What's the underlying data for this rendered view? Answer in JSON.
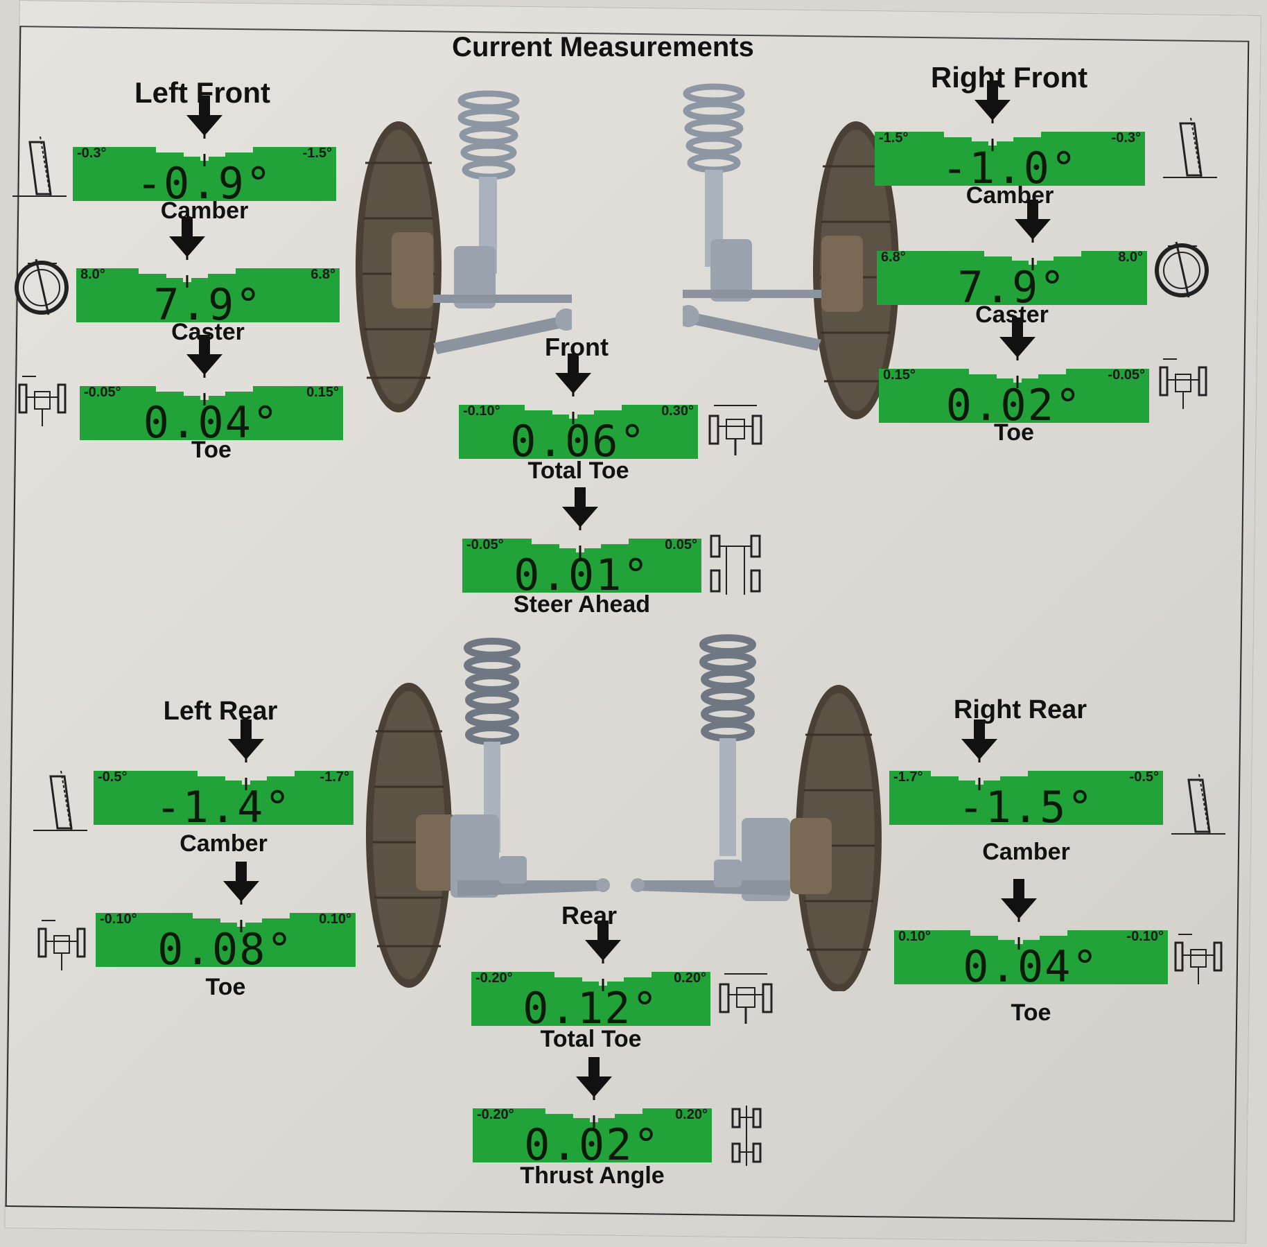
{
  "title": "Current Measurements",
  "colors": {
    "gauge_green": "#22a33a",
    "page": "#e2dfda",
    "ink": "#111111"
  },
  "left_front": {
    "label": "Left Front",
    "camber": {
      "label": "Camber",
      "value": "-0.9°",
      "min": "-0.3°",
      "max": "-1.5°",
      "icon": "camber-icon"
    },
    "caster": {
      "label": "Caster",
      "value": "7.9°",
      "min": "8.0°",
      "max": "6.8°",
      "icon": "caster-icon"
    },
    "toe": {
      "label": "Toe",
      "value": "0.04°",
      "min": "-0.05°",
      "max": "0.15°",
      "icon": "toe-icon"
    }
  },
  "right_front": {
    "label": "Right Front",
    "camber": {
      "label": "Camber",
      "value": "-1.0°",
      "min": "-1.5°",
      "max": "-0.3°",
      "icon": "camber-icon"
    },
    "caster": {
      "label": "Caster",
      "value": "7.9°",
      "min": "6.8°",
      "max": "8.0°",
      "icon": "caster-icon"
    },
    "toe": {
      "label": "Toe",
      "value": "0.02°",
      "min": "0.15°",
      "max": "-0.05°",
      "icon": "toe-icon"
    }
  },
  "front": {
    "label": "Front",
    "total_toe": {
      "label": "Total Toe",
      "value": "0.06°",
      "min": "-0.10°",
      "max": "0.30°",
      "icon": "total-toe-icon"
    },
    "steer_ahead": {
      "label": "Steer Ahead",
      "value": "0.01°",
      "min": "-0.05°",
      "max": "0.05°",
      "icon": "steer-ahead-icon"
    }
  },
  "left_rear": {
    "label": "Left Rear",
    "camber": {
      "label": "Camber",
      "value": "-1.4°",
      "min": "-0.5°",
      "max": "-1.7°",
      "icon": "camber-icon"
    },
    "toe": {
      "label": "Toe",
      "value": "0.08°",
      "min": "-0.10°",
      "max": "0.10°",
      "icon": "toe-icon"
    }
  },
  "right_rear": {
    "label": "Right Rear",
    "camber": {
      "label": "Camber",
      "value": "-1.5°",
      "min": "-1.7°",
      "max": "-0.5°",
      "icon": "camber-icon"
    },
    "toe": {
      "label": "Toe",
      "value": "0.04°",
      "min": "0.10°",
      "max": "-0.10°",
      "icon": "toe-icon"
    }
  },
  "rear": {
    "label": "Rear",
    "total_toe": {
      "label": "Total Toe",
      "value": "0.12°",
      "min": "-0.20°",
      "max": "0.20°",
      "icon": "total-toe-icon"
    },
    "thrust_angle": {
      "label": "Thrust Angle",
      "value": "0.02°",
      "min": "-0.20°",
      "max": "0.20°",
      "icon": "thrust-angle-icon"
    }
  }
}
